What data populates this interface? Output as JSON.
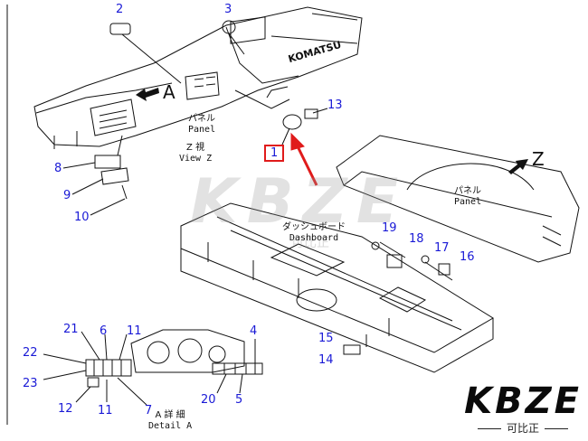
{
  "callouts": {
    "c1": "1",
    "c2": "2",
    "c3": "3",
    "c4": "4",
    "c5": "5",
    "c6": "6",
    "c7": "7",
    "c8": "8",
    "c9": "9",
    "c10": "10",
    "c11a": "11",
    "c11b": "11",
    "c12": "12",
    "c13": "13",
    "c14": "14",
    "c15": "15",
    "c16": "16",
    "c17": "17",
    "c18": "18",
    "c19": "19",
    "c20": "20",
    "c21": "21",
    "c22": "22",
    "c23": "23"
  },
  "labels": {
    "panel_jp": "パネル",
    "panel_en": "Panel",
    "view_z_jp": "Z 視",
    "view_z_en": "View Z",
    "dashboard_jp": "ダッシュボード",
    "dashboard_en": "Dashboard",
    "panel_right_jp": "パネル",
    "panel_right_en": "Panel",
    "detail_a_jp": "A 詳 細",
    "detail_a_en": "Detail A",
    "view_letter_a": "A",
    "view_letter_z": "Z",
    "dash_logo": "KOMATSU"
  },
  "brand": {
    "logo_text": "KBZE",
    "sub_text": "可比正",
    "watermark_text": "KBZE",
    "watermark_sub": "可比正"
  },
  "colors": {
    "callout": "#1a1ad6",
    "highlight": "#e01b1b",
    "line": "#111111"
  }
}
